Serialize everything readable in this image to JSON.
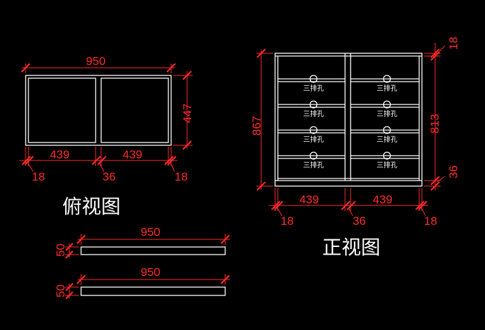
{
  "top_view": {
    "title": "俯视图",
    "width": "950",
    "depth": "447",
    "left_bay": "439",
    "right_bay": "439",
    "left_side": "18",
    "middle_divider": "36",
    "right_side": "18"
  },
  "front_view": {
    "title": "正视图",
    "total_height": "867",
    "inner_height": "813",
    "top_thickness": "18",
    "base_height": "36",
    "left_bay": "439",
    "right_bay": "439",
    "left_side": "18",
    "middle_divider": "36",
    "right_side": "18",
    "drawer_label": "三排孔"
  },
  "panels": [
    {
      "width": "950",
      "thickness": "50"
    },
    {
      "width": "950",
      "thickness": "50"
    }
  ],
  "colors": {
    "dimension": "#ff2a2a",
    "outline": "#ffffff",
    "background": "#000000"
  }
}
